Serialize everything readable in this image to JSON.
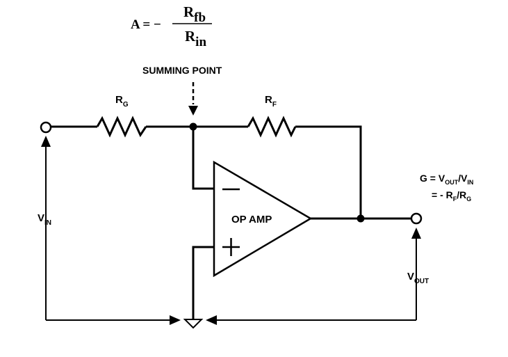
{
  "formula": {
    "lhs": "A = −",
    "num_base": "R",
    "num_sub": "fb",
    "den_base": "R",
    "den_sub": "in"
  },
  "summing_point": {
    "label": "SUMMING POINT"
  },
  "rg": {
    "base": "R",
    "sub": "G"
  },
  "rf": {
    "base": "R",
    "sub": "F"
  },
  "opamp": {
    "label": "OP AMP",
    "minus": "−",
    "plus": "+"
  },
  "vin": {
    "base": "V",
    "sub": "IN"
  },
  "vout": {
    "base": "V",
    "sub": "OUT"
  },
  "gain": {
    "line1_prefix": "G = V",
    "line1_sub1": "OUT",
    "line1_mid": "/V",
    "line1_sub2": "IN",
    "line2_prefix": "=  - R",
    "line2_sub1": "F",
    "line2_mid": "/R",
    "line2_sub2": "G"
  }
}
